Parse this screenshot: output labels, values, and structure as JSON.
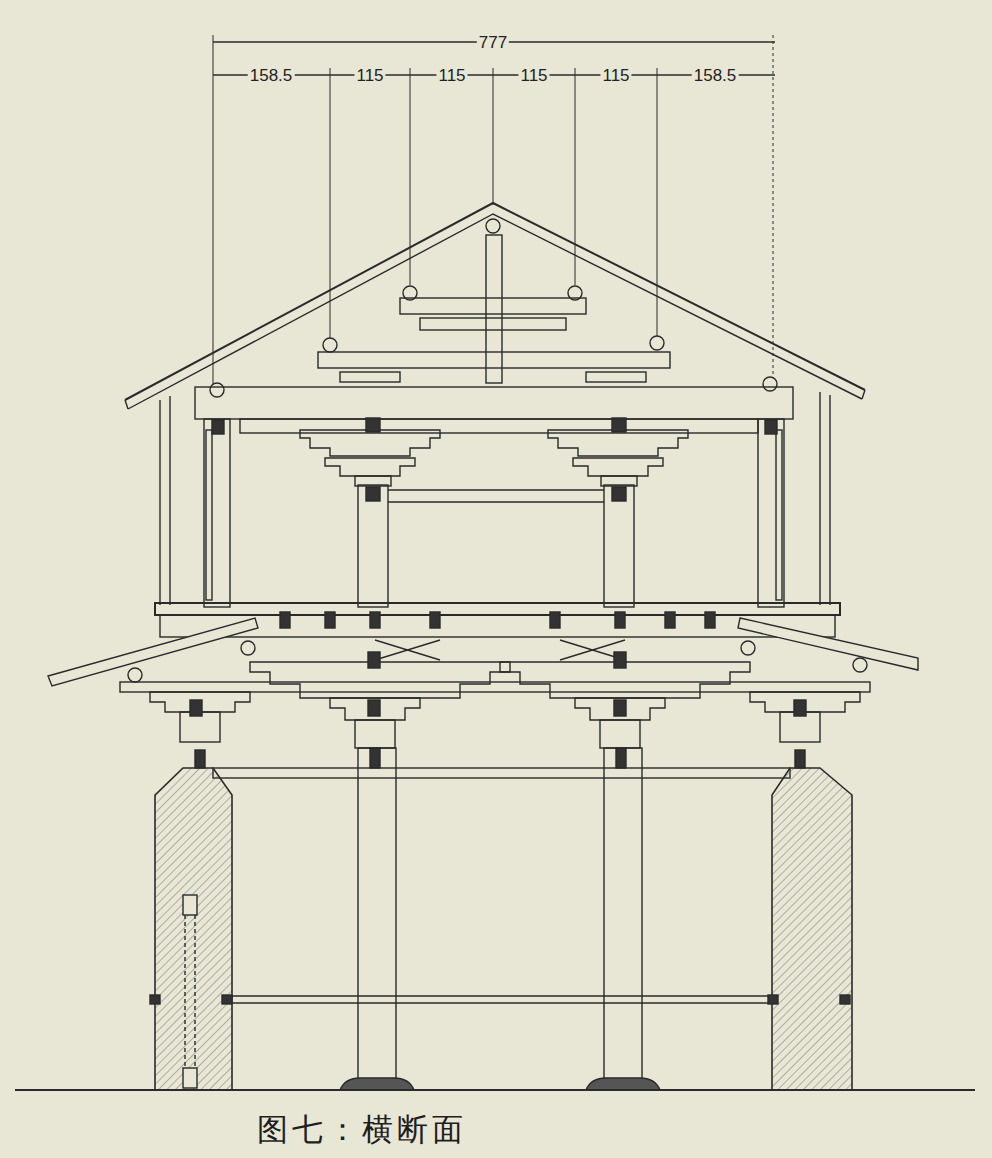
{
  "diagram": {
    "caption": "图七：横断面",
    "labels": [
      "777",
      "158.5",
      "115",
      "115",
      "115",
      "115",
      "158.5"
    ]
  }
}
